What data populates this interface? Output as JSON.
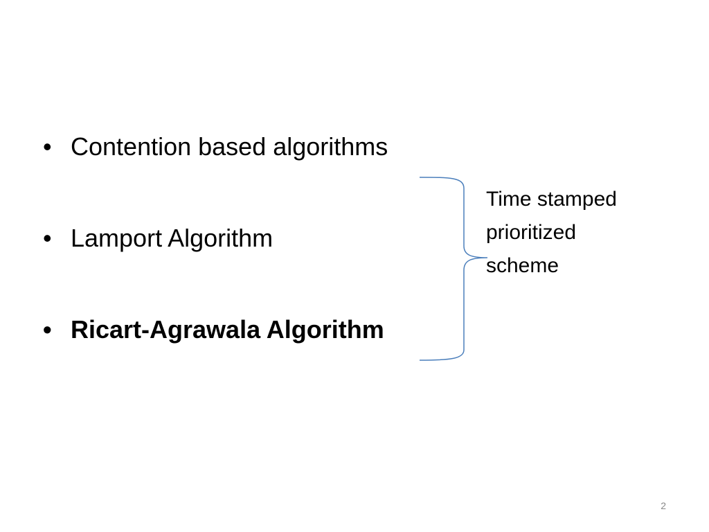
{
  "slide": {
    "bullets": [
      {
        "text": "Contention based algorithms",
        "bold": false
      },
      {
        "text": "Lamport Algorithm",
        "bold": false
      },
      {
        "text": "Ricart-Agrawala Algorithm",
        "bold": true
      }
    ],
    "bullet_glyph": "•",
    "annotation": "Time stamped prioritized scheme",
    "page_number": "2",
    "brace_color": "#4a7ebb"
  }
}
